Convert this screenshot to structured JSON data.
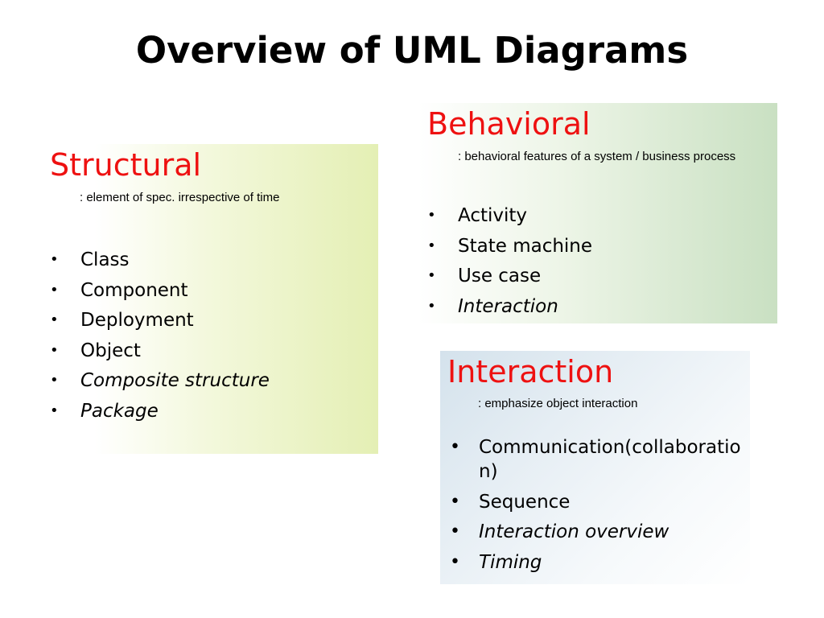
{
  "slide": {
    "title": "Overview of UML Diagrams"
  },
  "colors": {
    "heading": "#ee1111",
    "structural_box": "#e4efb4",
    "behavioral_box": "#c9e0c2",
    "interaction_box": "#d4e2ec"
  },
  "structural": {
    "heading": "Structural",
    "subtitle": ": element of spec. irrespective of time",
    "items": [
      {
        "bullet": "•",
        "label": "Class"
      },
      {
        "bullet": "•",
        "label": "Component"
      },
      {
        "bullet": "•",
        "label": "Deployment"
      },
      {
        "bullet": "•",
        "label": "Object"
      },
      {
        "bullet": "•",
        "label": "Composite structure"
      },
      {
        "bullet": "•",
        "label": "Package"
      }
    ]
  },
  "behavioral": {
    "heading": "Behavioral",
    "subtitle": ": behavioral features of a system / business process",
    "items": [
      {
        "bullet": "•",
        "label": "Activity"
      },
      {
        "bullet": "•",
        "label": "State machine"
      },
      {
        "bullet": "•",
        "label": "Use case"
      },
      {
        "bullet": "•",
        "label": "Interaction"
      }
    ]
  },
  "interaction": {
    "heading": "Interaction",
    "subtitle": ": emphasize object interaction",
    "items": [
      {
        "bullet": "•",
        "label": "Communication(collaboration)"
      },
      {
        "bullet": "•",
        "label": "Sequence"
      },
      {
        "bullet": "•",
        "label": "Interaction overview"
      },
      {
        "bullet": "•",
        "label": "Timing"
      }
    ]
  }
}
